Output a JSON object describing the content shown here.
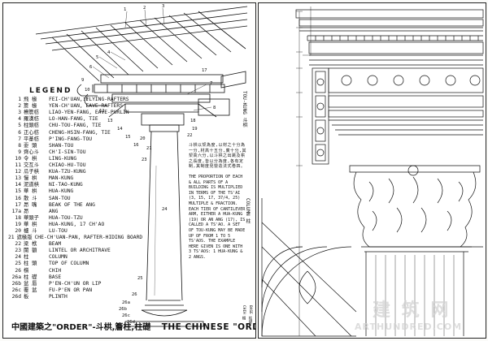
{
  "legend": {
    "title": "LEGEND",
    "items": [
      {
        "n": "1",
        "cn": "飛 椽",
        "label": "FEI-CH'UAN, FLYING-RAFTERS"
      },
      {
        "n": "2",
        "cn": "簷 椽",
        "label": "YEN-CH'UAN, EAVE-RAFTERS"
      },
      {
        "n": "3",
        "cn": "橑簷枋",
        "label": "LIAO-YEN-FANG, EAVE-PURLIN"
      },
      {
        "n": "4",
        "cn": "羅漢枋",
        "label": "LO-HAN-FANG, TIE"
      },
      {
        "n": "5",
        "cn": "柱頭枋",
        "label": "CHU-TOU-FANG, TIE"
      },
      {
        "n": "6",
        "cn": "正心枋",
        "label": "CHENG-HSIN-FANG, TIE"
      },
      {
        "n": "7",
        "cn": "平棊枋",
        "label": "P'ING-FANG-TOU"
      },
      {
        "n": "8",
        "cn": "耍 頭",
        "label": "SHAN-TOU"
      },
      {
        "n": "9",
        "cn": "齊心斗",
        "label": "CH'I-SIN-TOU"
      },
      {
        "n": "10",
        "cn": "令 栱",
        "label": "LING-KUNG"
      },
      {
        "n": "11",
        "cn": "交互斗",
        "label": "CHIAO-HU-TOU"
      },
      {
        "n": "12",
        "cn": "瓜子栱",
        "label": "KUA-TZU-KUNG"
      },
      {
        "n": "13",
        "cn": "慢 栱",
        "label": "MAN-KUNG"
      },
      {
        "n": "14",
        "cn": "泥道栱",
        "label": "NI-TAO-KUNG"
      },
      {
        "n": "15",
        "cn": "華 栱",
        "label": "HUA-KUNG"
      },
      {
        "n": "16",
        "cn": "散 斗",
        "label": "SAN-TOU"
      },
      {
        "n": "17",
        "cn": "昂 嘴",
        "label": "BEAK OF THE ANG"
      },
      {
        "n": "17a",
        "cn": "昂",
        "label": "ANG"
      },
      {
        "n": "18",
        "cn": "華頭子",
        "label": "HUA-TOU-TZU"
      },
      {
        "n": "19",
        "cn": "華 栱",
        "label": "HUA-KUNG, 17 CH'AO"
      },
      {
        "n": "20",
        "cn": "櫨 斗",
        "label": "LU-TOU"
      },
      {
        "n": "21",
        "cn": "遮椽版",
        "label": "CHE-CH'UAN-PAN, RAFTER-HIDING BOARD"
      },
      {
        "n": "22",
        "cn": "梁 栿",
        "label": "BEAM"
      },
      {
        "n": "23",
        "cn": "闌 額",
        "label": "LINTEL OR ARCHITRAVE"
      },
      {
        "n": "24",
        "cn": "柱",
        "label": "COLUMN"
      },
      {
        "n": "25",
        "cn": "柱 頭",
        "label": "TOP OF COLUMN"
      },
      {
        "n": "26",
        "cn": "櫍",
        "label": "CHIH"
      },
      {
        "n": "26a",
        "cn": "柱 礎",
        "label": "BASE"
      },
      {
        "n": "26b",
        "cn": "盆 唇",
        "label": "P'EN-CH'UN OR LIP"
      },
      {
        "n": "26c",
        "cn": "覆 盆",
        "label": "FU-P'EN OR PAN"
      },
      {
        "n": "26d",
        "cn": "板",
        "label": "PLINTH"
      }
    ]
  },
  "caption": {
    "cn": "中國建築之\"ORDER\"-斗栱,簷柱,柱礎",
    "en": "THE CHINESE \"ORDER\""
  },
  "notes": {
    "cn": "斗栱以栔為度,以材之十分為一分,材高十五分,廣十分,其栔高六分,以斗栱之出跳及栱之長度,皆以分為度,各有定制,其制度見營造法式卷四。",
    "en": "THE PROPORTION OF EACH & ALL PARTS OF A BUILDING IS MULTIPLIED IN TERMS OF THE TS'AI (3, 15, 17, 37/4, 25) MULTIPLE & FRACTION. EACH TIER OF CANTILEVER ARM, EITHER A HUA-KUNG (19) OR AN ANG (17), IS CALLED A TS'AO. A SET OF TOU-KUNG MAY BE MADE UP OF FROM 1 TO 5 TS'AOS. THE EXAMPLE HERE GIVEN IS ONE WITH 3 TS'AOS: 1 HUA-KUNG & 2 ANGS."
  },
  "labels": {
    "toukung": "TOU-KUNG 斗栱",
    "column": "COLUMN 柱",
    "chih": "CHIH 櫍",
    "base": "BASE 柱礎",
    "callouts": [
      "1",
      "2",
      "3",
      "4",
      "5",
      "6",
      "7",
      "8",
      "9",
      "10",
      "11",
      "12",
      "13",
      "14",
      "15",
      "16",
      "17",
      "18",
      "19",
      "20",
      "21",
      "22",
      "23",
      "24",
      "25",
      "26",
      "26a",
      "26b",
      "26c",
      "26d"
    ]
  },
  "watermark": {
    "big": "建 筑 网",
    "small": "ARTHUNDRED.COM"
  }
}
